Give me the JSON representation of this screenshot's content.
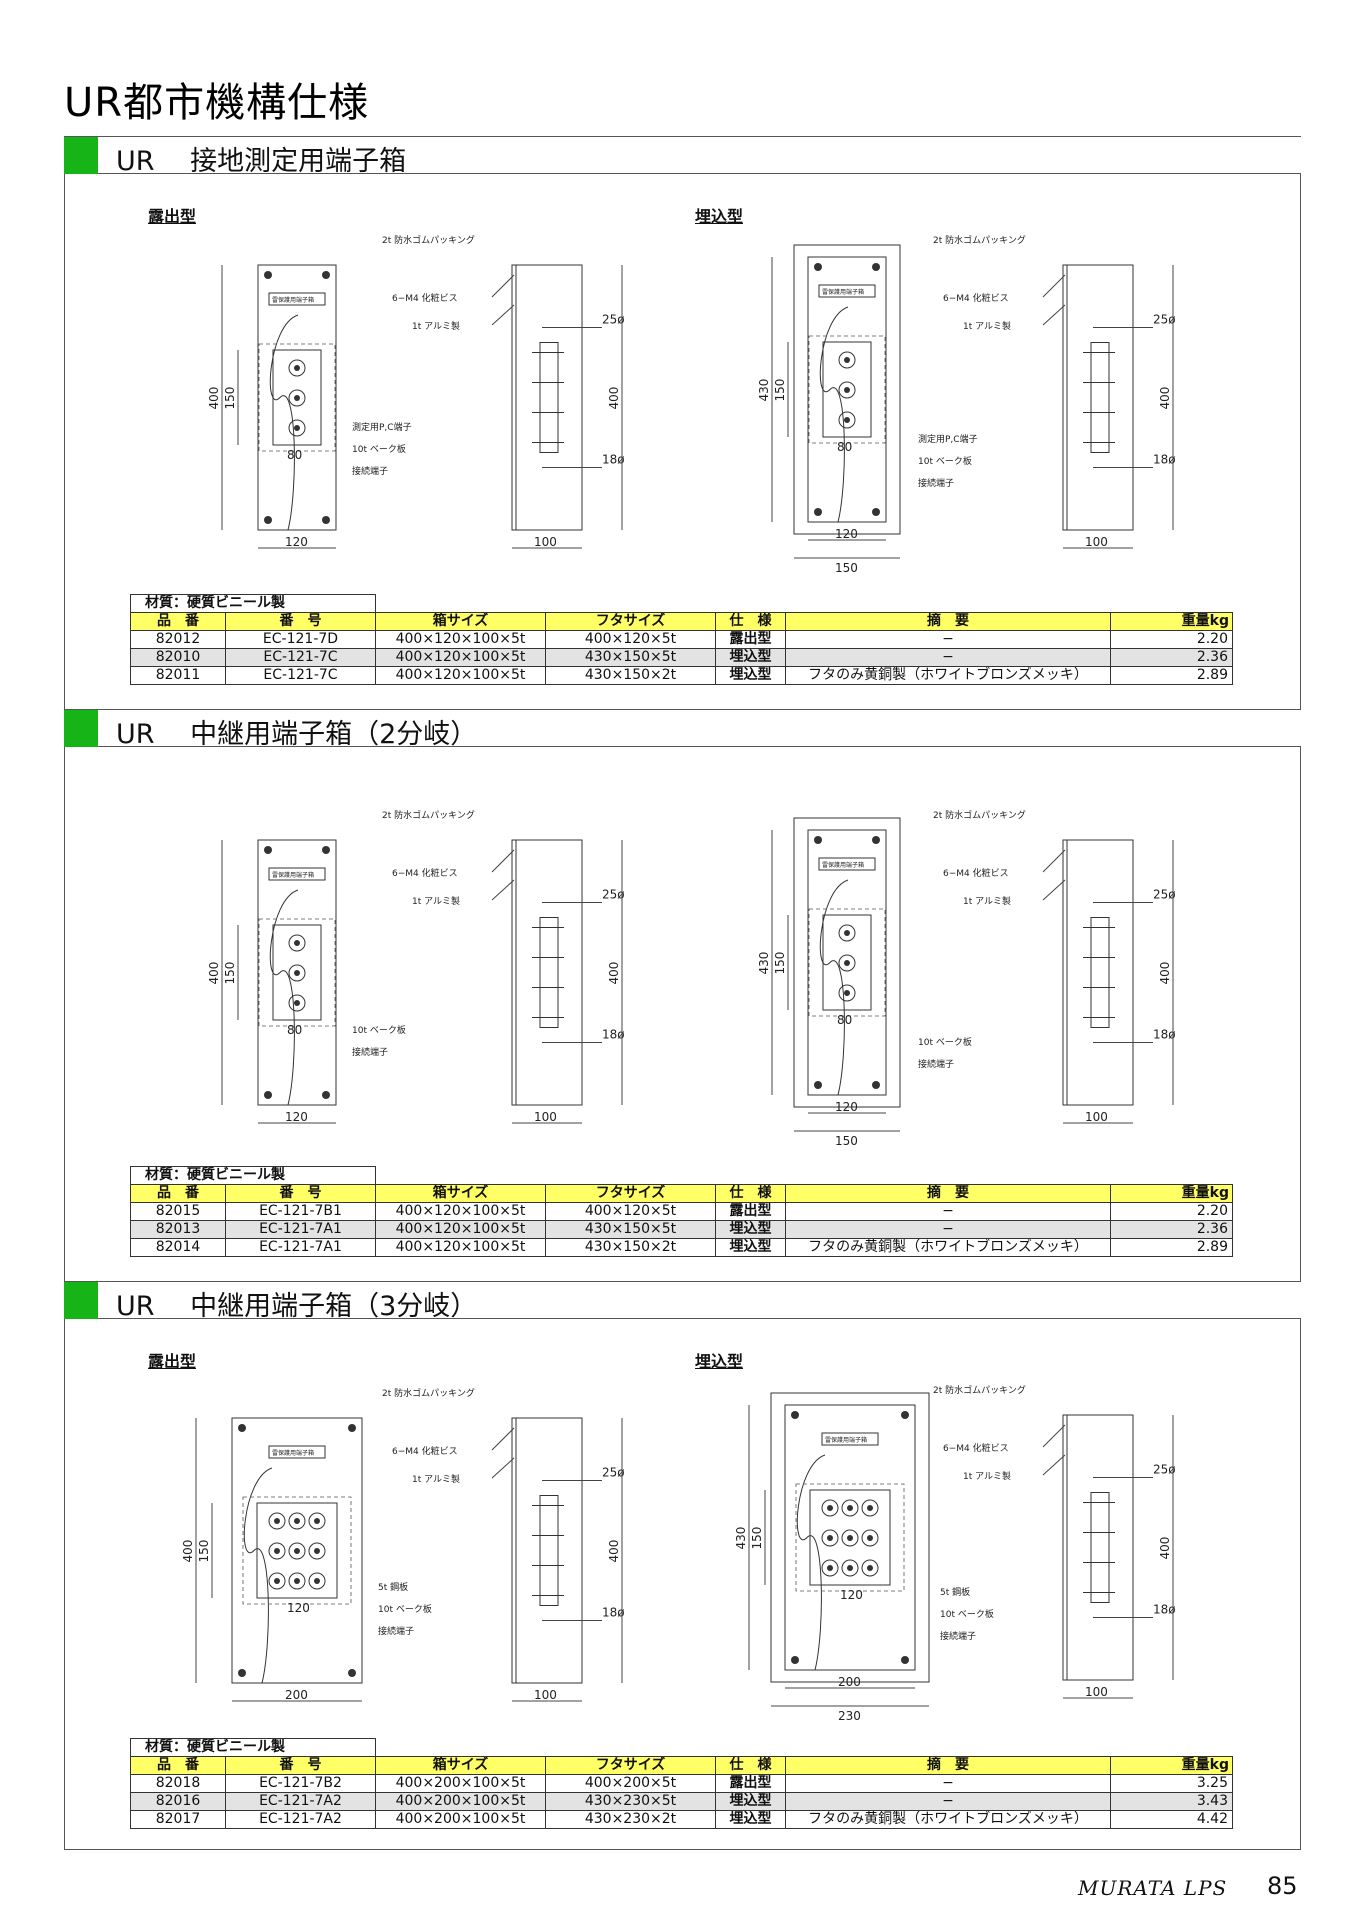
{
  "page": {
    "title": "UR都市機構仕様",
    "brand": "MURATA LPS",
    "page_number": "85"
  },
  "labels": {
    "exposed": "露出型",
    "embedded": "埋込型",
    "packing": "2t 防水ゴムパッキング",
    "screw": "6−M4 化粧ビス",
    "alu": "1t アルミ製",
    "terminal_pc": "測定用P,C端子",
    "bake": "10t ベーク板",
    "conn": "接続端子",
    "steel": "5t 鋼板",
    "d25": "25ø",
    "d18": "18ø",
    "plate": "雷保護用端子箱"
  },
  "sections": [
    {
      "title": "UR　 接地測定用端子箱",
      "material": "材質：硬質ビニール製",
      "headers": [
        "品　番",
        "番　号",
        "箱サイズ",
        "フタサイズ",
        "仕　様",
        "摘　要",
        "重量kg"
      ],
      "rows": [
        [
          "82012",
          "EC-121-7D",
          "400×120×100×5t",
          "400×120×5t",
          "露出型",
          "−",
          "2.20"
        ],
        [
          "82010",
          "EC-121-7C",
          "400×120×100×5t",
          "430×150×5t",
          "埋込型",
          "−",
          "2.36"
        ],
        [
          "82011",
          "EC-121-7C",
          "400×120×100×5t",
          "430×150×2t",
          "埋込型",
          "フタのみ黄銅製（ホワイトブロンズメッキ）",
          "2.89"
        ]
      ]
    },
    {
      "title": "UR　 中継用端子箱（2分岐）",
      "material": "材質：硬質ビニール製",
      "headers": [
        "品　番",
        "番　号",
        "箱サイズ",
        "フタサイズ",
        "仕　様",
        "摘　要",
        "重量kg"
      ],
      "rows": [
        [
          "82015",
          "EC-121-7B1",
          "400×120×100×5t",
          "400×120×5t",
          "露出型",
          "−",
          "2.20"
        ],
        [
          "82013",
          "EC-121-7A1",
          "400×120×100×5t",
          "430×150×5t",
          "埋込型",
          "−",
          "2.36"
        ],
        [
          "82014",
          "EC-121-7A1",
          "400×120×100×5t",
          "430×150×2t",
          "埋込型",
          "フタのみ黄銅製（ホワイトブロンズメッキ）",
          "2.89"
        ]
      ]
    },
    {
      "title": "UR　 中継用端子箱（3分岐）",
      "material": "材質：硬質ビニール製",
      "headers": [
        "品　番",
        "番　号",
        "箱サイズ",
        "フタサイズ",
        "仕　様",
        "摘　要",
        "重量kg"
      ],
      "rows": [
        [
          "82018",
          "EC-121-7B2",
          "400×200×100×5t",
          "400×200×5t",
          "露出型",
          "−",
          "3.25"
        ],
        [
          "82016",
          "EC-121-7A2",
          "400×200×100×5t",
          "430×230×5t",
          "埋込型",
          "−",
          "3.43"
        ],
        [
          "82017",
          "EC-121-7A2",
          "400×200×100×5t",
          "430×230×2t",
          "埋込型",
          "フタのみ黄銅製（ホワイトブロンズメッキ）",
          "4.42"
        ]
      ]
    }
  ]
}
